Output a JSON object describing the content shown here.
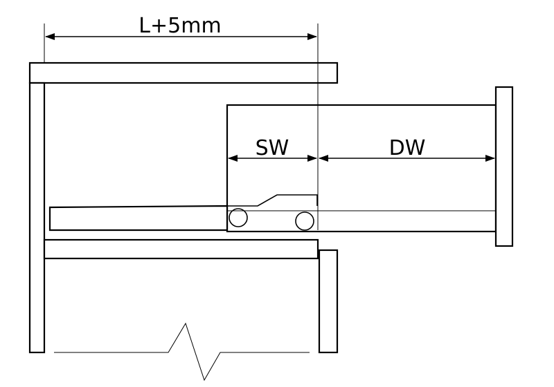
{
  "labels": {
    "overall_length": "L+5mm",
    "slide_width": "SW",
    "drawer_width": "DW"
  },
  "colors": {
    "line": "#000000",
    "background": "#ffffff"
  }
}
